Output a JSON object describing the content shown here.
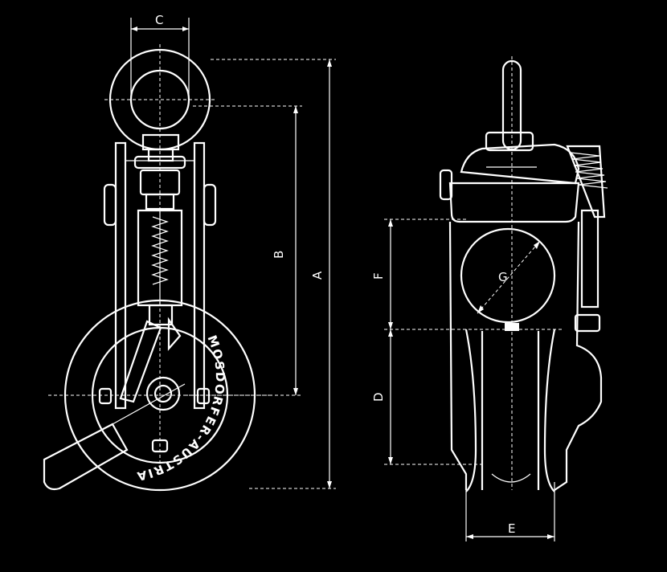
{
  "dimensions": {
    "A": "A",
    "B": "B",
    "C": "C",
    "D": "D",
    "E": "E",
    "F": "F",
    "G": "G"
  },
  "brand_text": "MOSDORFER-AUSTRIA",
  "colors": {
    "background": "#000000",
    "lines": "#ffffff"
  }
}
